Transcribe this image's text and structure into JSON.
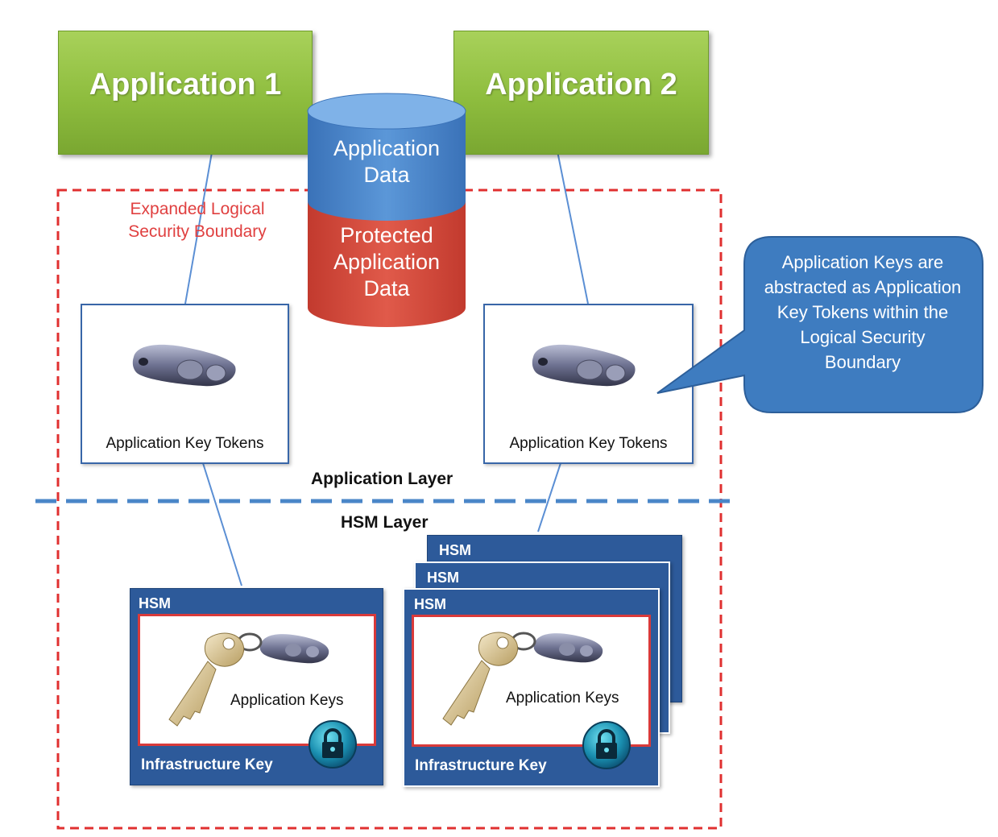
{
  "applications": [
    {
      "label": "Application 1"
    },
    {
      "label": "Application 2"
    }
  ],
  "database": {
    "top_label": "Application Data",
    "bottom_label": "Protected Application Data"
  },
  "boundary": {
    "label": "Expanded Logical Security Boundary"
  },
  "tokens": [
    {
      "label": "Application Key Tokens"
    },
    {
      "label": "Application Key Tokens"
    }
  ],
  "layers": {
    "application": "Application Layer",
    "hsm": "HSM Layer"
  },
  "hsm_left": {
    "title": "HSM",
    "keys_label": "Application Keys",
    "infra_label": "Infrastructure Key"
  },
  "hsm_stack": {
    "titles": [
      "HSM",
      "HSM",
      "HSM"
    ],
    "keys_label": "Application Keys",
    "infra_label": "Infrastructure Key"
  },
  "callout": {
    "text": "Application Keys are abstracted as Application Key Tokens within the Logical Security Boundary"
  },
  "colors": {
    "app_green": "#8ebd3e",
    "db_blue": "#4a86c8",
    "db_red": "#d94a3d",
    "boundary_red": "#e03030",
    "layer_dash_blue": "#4a86c8",
    "hsm_blue": "#2d5a9a",
    "callout_blue": "#3e7cc0"
  }
}
